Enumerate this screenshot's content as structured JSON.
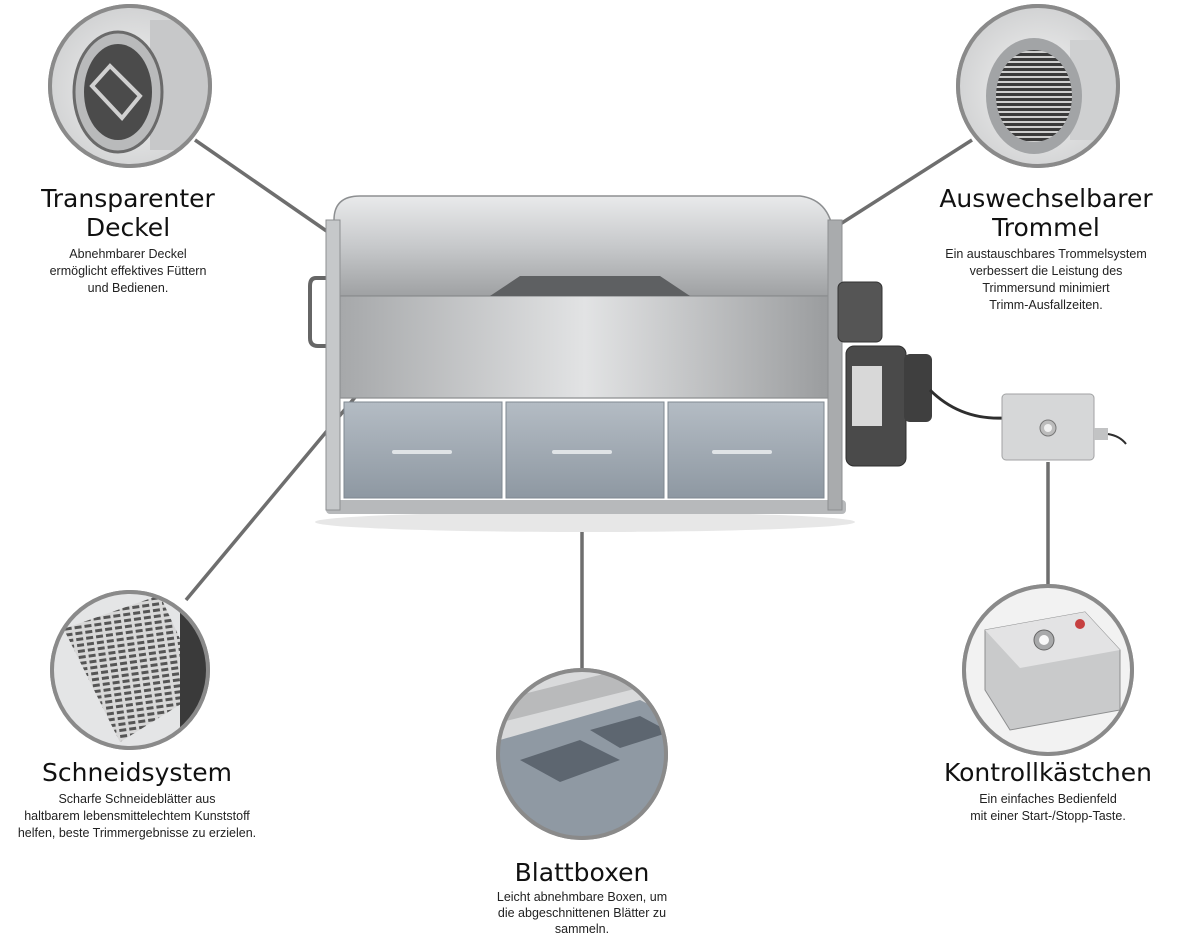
{
  "features": {
    "deckel": {
      "title_line1": "Transparenter",
      "title_line2": "Deckel",
      "desc": [
        "Abnehmbarer Deckel",
        "ermöglicht effektives Füttern",
        "und Bedienen."
      ]
    },
    "trommel": {
      "title_line1": "Auswechselbarer",
      "title_line2": "Trommel",
      "desc": [
        "Ein austauschbares Trommelsystem",
        "verbessert die Leistung des",
        "Trimmersund minimiert",
        "Trimm-Ausfallzeiten."
      ]
    },
    "schneid": {
      "title": "Schneidsystem",
      "desc": [
        "Scharfe Schneideblätter aus",
        "haltbarem lebensmittelechtem Kunststoff",
        "helfen, beste Trimmergebnisse zu erzielen."
      ]
    },
    "blatt": {
      "title": "Blattboxen",
      "desc": [
        "Leicht abnehmbare Boxen, um",
        "die abgeschnittenen Blätter zu",
        "sammeln."
      ]
    },
    "kontroll": {
      "title": "Kontrollkästchen",
      "desc": [
        "Ein einfaches Bedienfeld",
        "mit einer Start-/Stopp-Taste."
      ]
    }
  },
  "colors": {
    "connector": "#6e6e6e",
    "steel_light": "#d9dadb",
    "steel_dark": "#8c8e90",
    "box_blue": "#9aa3ad"
  },
  "icons": [
    "lid-magnifier",
    "drum-magnifier",
    "blade-magnifier",
    "box-magnifier",
    "controlbox-magnifier"
  ]
}
